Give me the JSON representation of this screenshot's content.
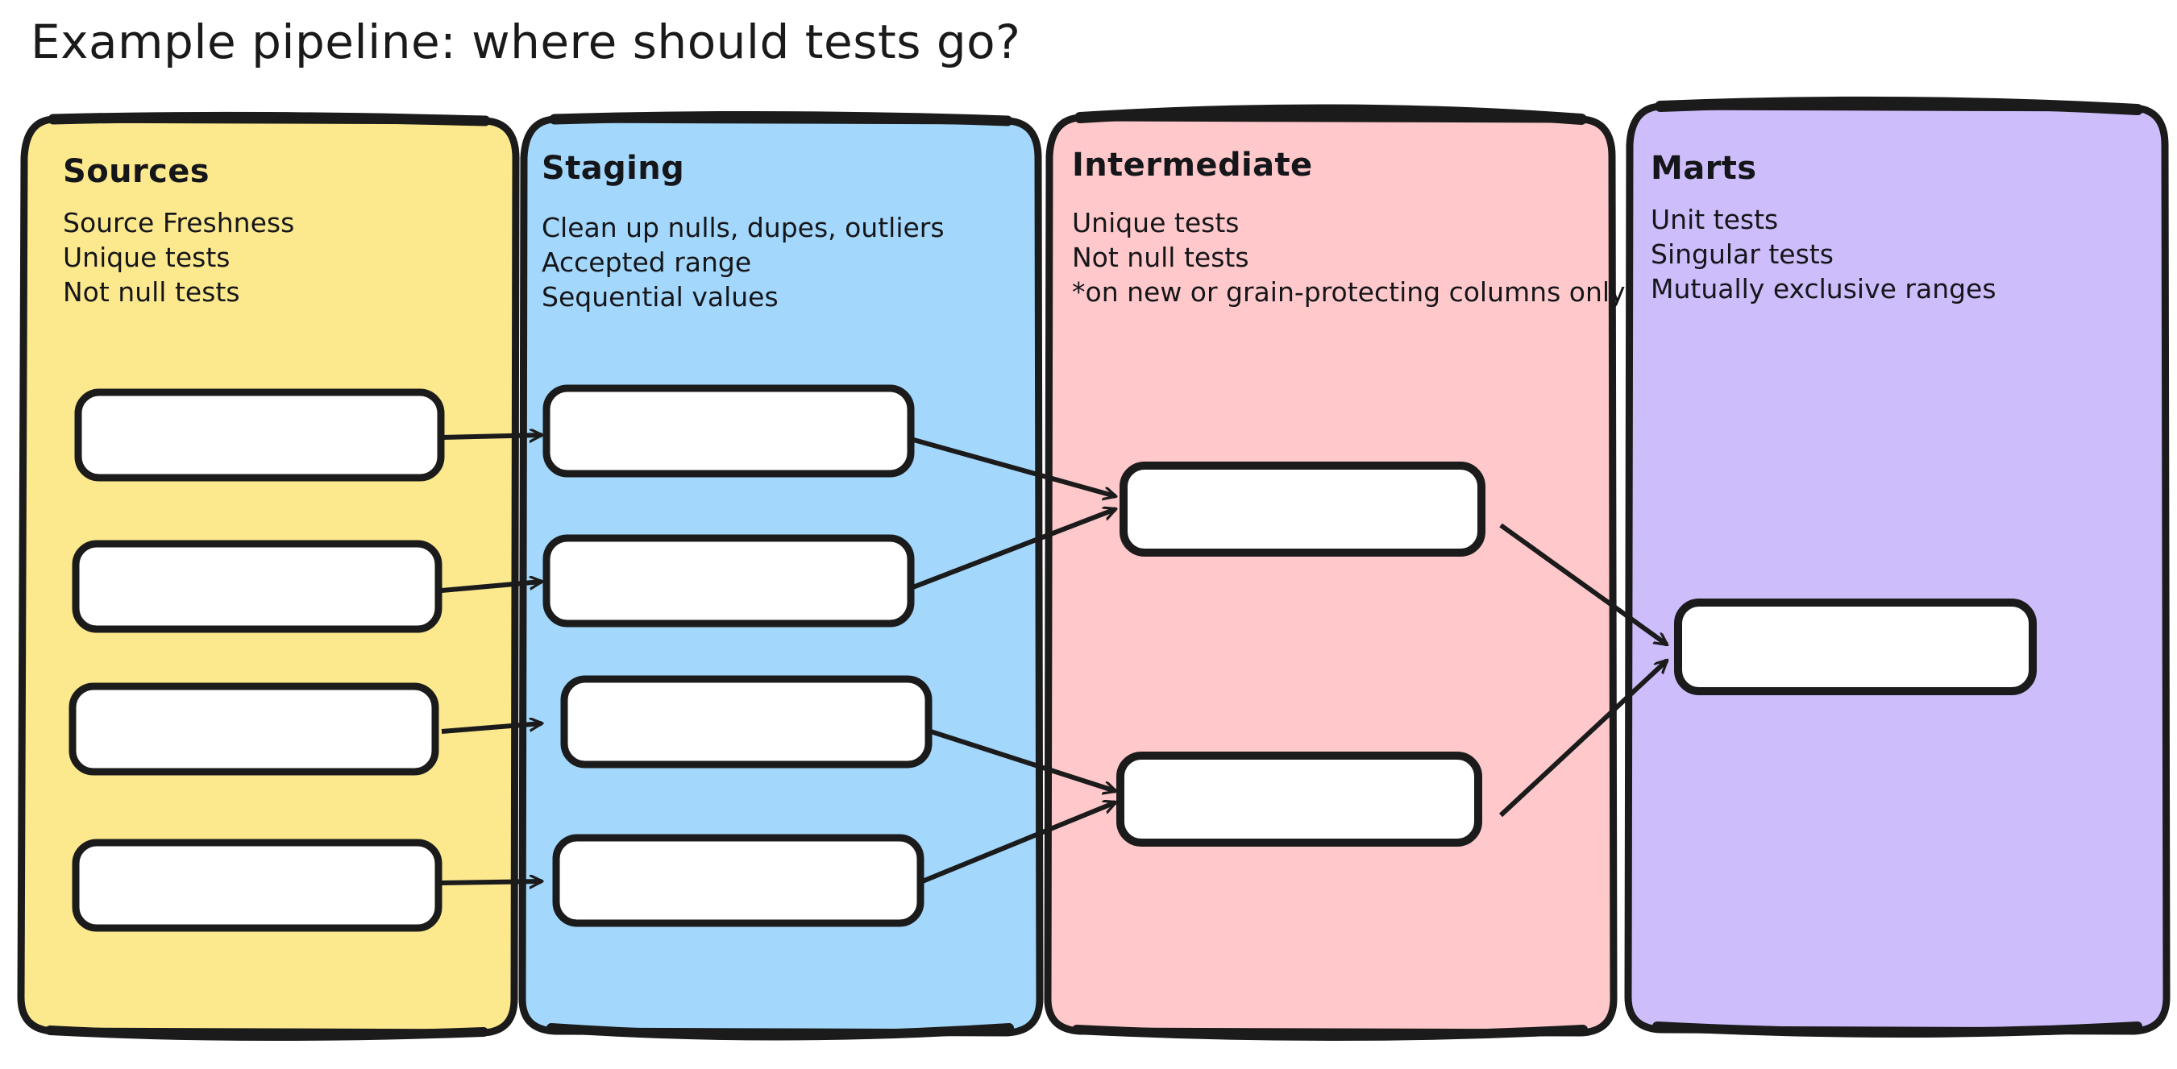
{
  "title": "Example pipeline: where should tests go?",
  "colors": {
    "sources_fill": "#FCE98E",
    "staging_fill": "#A3D7FB",
    "intermediate_fill": "#FFC9CB",
    "marts_fill": "#CEBDFB",
    "stroke": "#1b1b1b",
    "node_fill": "#ffffff",
    "text": "#15161a",
    "background": "#ffffff"
  },
  "lanes": [
    {
      "id": "sources",
      "title": "Sources",
      "fill": "#FCE98E",
      "lines": [
        "Source Freshness",
        "Unique tests",
        "Not null tests"
      ],
      "node_count": 4
    },
    {
      "id": "staging",
      "title": "Staging",
      "fill": "#A3D7FB",
      "lines": [
        "Clean up nulls, dupes, outliers",
        "Accepted range",
        "Sequential values"
      ],
      "node_count": 4
    },
    {
      "id": "intermediate",
      "title": "Intermediate",
      "fill": "#FFC9CB",
      "lines": [
        "Unique tests",
        "Not null tests",
        "*on new or grain-protecting columns only"
      ],
      "node_count": 2
    },
    {
      "id": "marts",
      "title": "Marts",
      "fill": "#CEBDFB",
      "lines": [
        "Unit tests",
        "Singular tests",
        "Mutually exclusive ranges"
      ],
      "node_count": 1
    }
  ],
  "nodes": [
    {
      "id": "src-1",
      "lane": "sources",
      "label": ""
    },
    {
      "id": "src-2",
      "lane": "sources",
      "label": ""
    },
    {
      "id": "src-3",
      "lane": "sources",
      "label": ""
    },
    {
      "id": "src-4",
      "lane": "sources",
      "label": ""
    },
    {
      "id": "stg-1",
      "lane": "staging",
      "label": ""
    },
    {
      "id": "stg-2",
      "lane": "staging",
      "label": ""
    },
    {
      "id": "stg-3",
      "lane": "staging",
      "label": ""
    },
    {
      "id": "stg-4",
      "lane": "staging",
      "label": ""
    },
    {
      "id": "int-1",
      "lane": "intermediate",
      "label": ""
    },
    {
      "id": "int-2",
      "lane": "intermediate",
      "label": ""
    },
    {
      "id": "mart-1",
      "lane": "marts",
      "label": ""
    }
  ],
  "edges": [
    {
      "from": "src-1",
      "to": "stg-1"
    },
    {
      "from": "src-2",
      "to": "stg-2"
    },
    {
      "from": "src-3",
      "to": "stg-3"
    },
    {
      "from": "src-4",
      "to": "stg-4"
    },
    {
      "from": "stg-1",
      "to": "int-1"
    },
    {
      "from": "stg-2",
      "to": "int-1"
    },
    {
      "from": "stg-3",
      "to": "int-2"
    },
    {
      "from": "stg-4",
      "to": "int-2"
    },
    {
      "from": "int-1",
      "to": "mart-1"
    },
    {
      "from": "int-2",
      "to": "mart-1"
    }
  ]
}
